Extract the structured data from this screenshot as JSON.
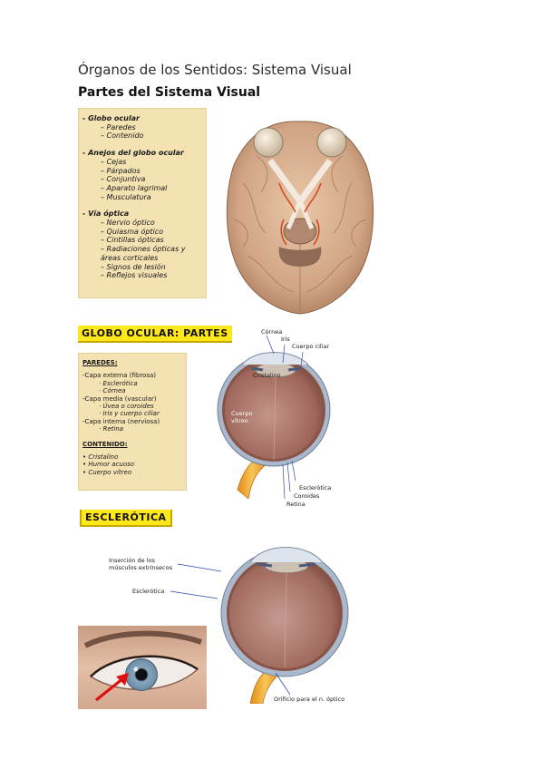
{
  "document": {
    "title": "Órganos de los Sentidos: Sistema Visual",
    "section_heading": "Partes del Sistema Visual"
  },
  "parts_box": {
    "groups": [
      {
        "title": "- Globo ocular",
        "items": [
          "Paredes",
          "Contenido"
        ]
      },
      {
        "title": "- Anejos del globo ocular",
        "items": [
          "Cejas",
          "Párpados",
          "Conjuntiva",
          "Aparato lagrimal",
          "Musculatura"
        ]
      },
      {
        "title": "- Vía óptica",
        "items": [
          "Nervio óptico",
          "Quiasma óptico",
          "Cintillas ópticas",
          "Radiaciones ópticas y áreas corticales",
          "Signos de lesión",
          "Reflejos visuales"
        ]
      }
    ]
  },
  "globo_banner": "GLOBO OCULAR: PARTES",
  "globo_box": {
    "paredes_title": "PAREDES:",
    "lines": [
      {
        "kind": "cap",
        "text": "-Capa externa (fibrosa)"
      },
      {
        "kind": "sub",
        "text": "Esclerótica"
      },
      {
        "kind": "sub",
        "text": "Córnea"
      },
      {
        "kind": "cap",
        "text": "-Capa media (vascular)"
      },
      {
        "kind": "sub",
        "text": "Úvea o coroides"
      },
      {
        "kind": "sub",
        "text": "Iris y cuerpo ciliar"
      },
      {
        "kind": "cap",
        "text": "-Capa interna (nerviosa)"
      },
      {
        "kind": "sub",
        "text": "Retina"
      }
    ],
    "contenido_title": "CONTENIDO:",
    "contenido": [
      "Cristalino",
      "Humor acuoso",
      "Cuerpo vítreo"
    ]
  },
  "eye1_labels": {
    "cornea": "Córnea",
    "iris": "Iris",
    "cuerpo_ciliar": "Cuerpo ciliar",
    "cristalino": "Cristalino",
    "cuerpo_vitreo": "Cuerpo vítreo",
    "esclerotica": "Esclerótica",
    "coroides": "Coroides",
    "retina": "Retina"
  },
  "esclerotica_banner": "ESCLERÓTICA",
  "eye2_labels": {
    "insercion": "Inserción de los músculos extrínsecos",
    "esclerotica": "Esclerótica",
    "orificio": "Orificio para el n. óptico"
  },
  "colors": {
    "parchment": "#f5e2b3",
    "banner_yellow": "#ffe81a",
    "eye_interior": "#b07a6c",
    "sclera_blue": "#aab8cc",
    "nerve_orange": "#f0a830",
    "brain_tone": "#d9b08f",
    "iris_blue": "#7e9fb8",
    "arrow_red": "#e01010"
  },
  "icons": [
    "brain-illustration",
    "eyeball-cross-section",
    "eyeball-cross-section",
    "eye-photo",
    "red-arrow-icon"
  ]
}
